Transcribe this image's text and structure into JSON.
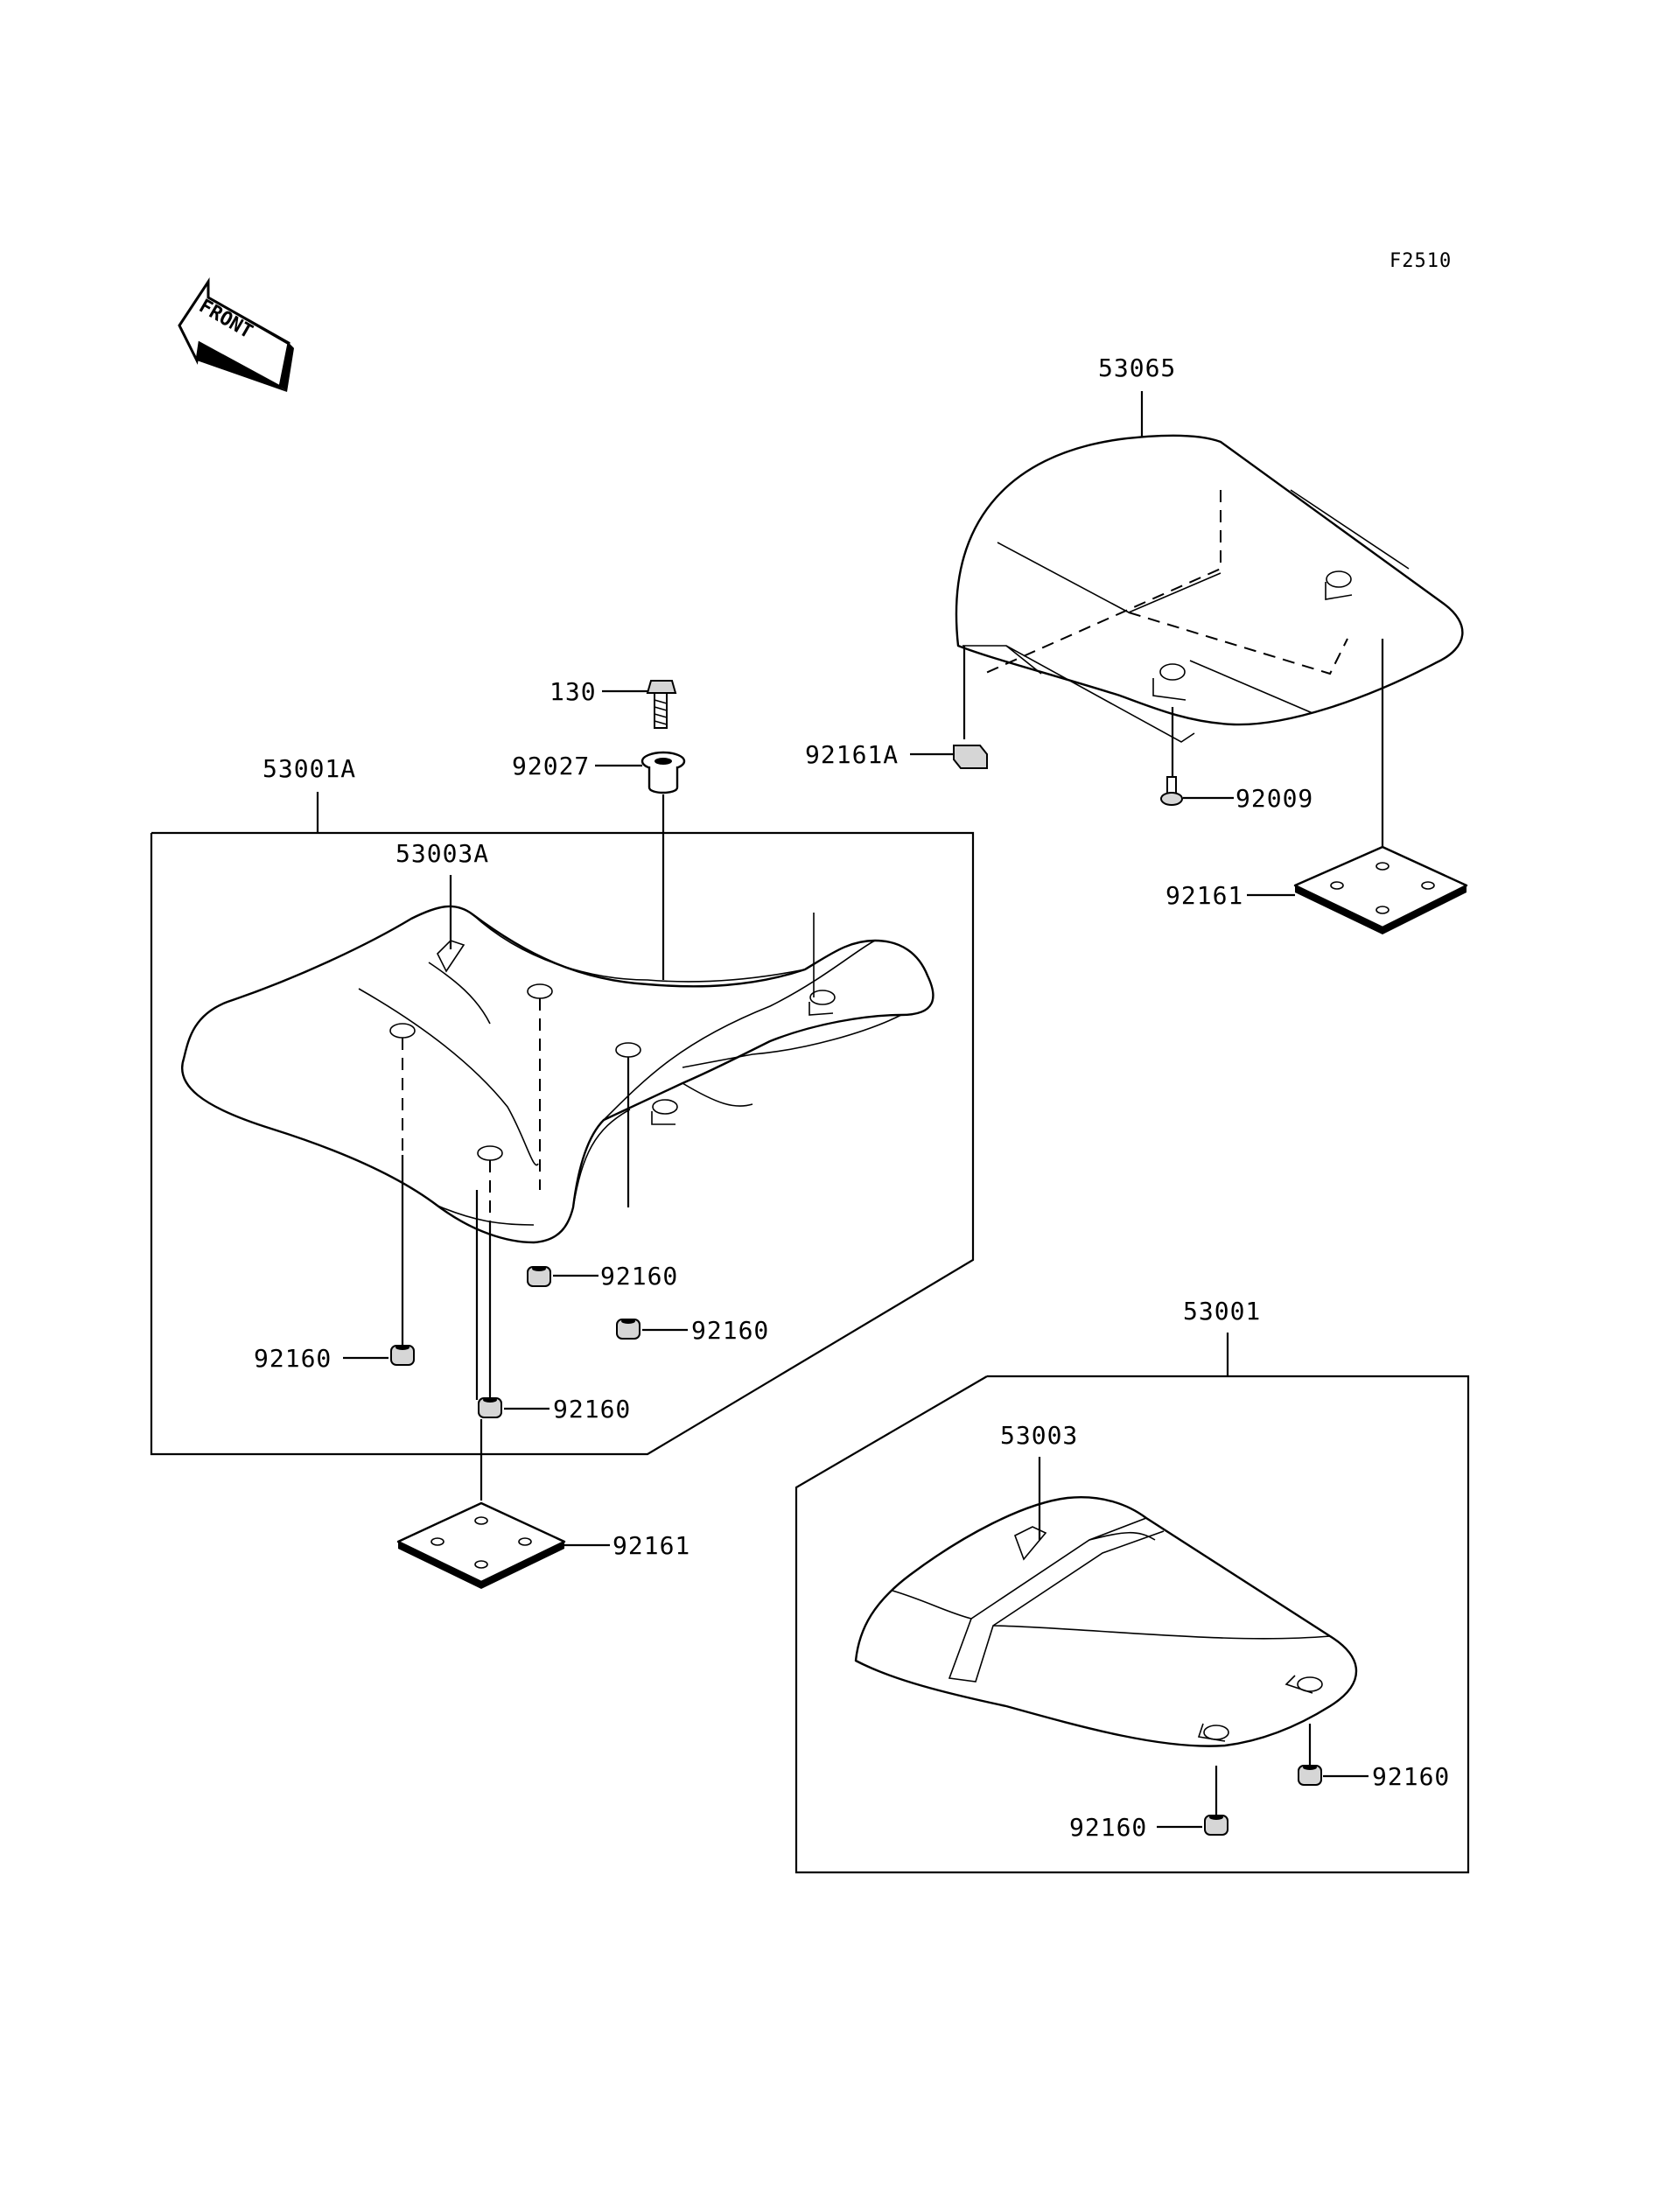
{
  "figure_code": "F2510",
  "front_label": "FRONT",
  "labels": {
    "p53065": "53065",
    "p92161A": "92161A",
    "p92009": "92009",
    "p92161_right": "92161",
    "p130": "130",
    "p92027": "92027",
    "p53001A": "53001A",
    "p53003A": "53003A",
    "p92160_a": "92160",
    "p92160_b": "92160",
    "p92160_c": "92160",
    "p92160_d": "92160",
    "p92161_left": "92161",
    "p53001": "53001",
    "p53003": "53003",
    "p92160_e": "92160",
    "p92160_f": "92160"
  }
}
